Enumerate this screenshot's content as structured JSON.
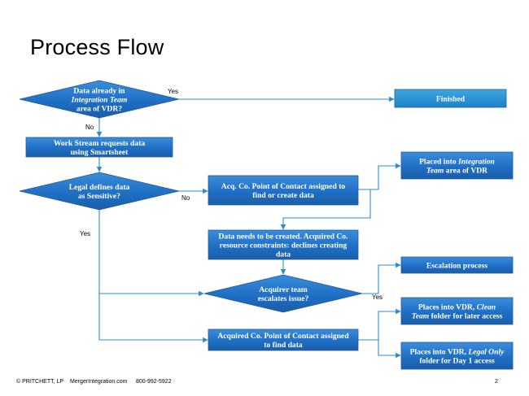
{
  "slide": {
    "title": "Process Flow",
    "page_number": "2",
    "footer": {
      "copyright": "© PRITCHETT, LP",
      "website": "MergerIntegration.com",
      "phone": "800-992-5922"
    }
  },
  "colors": {
    "node_fill": "#1f6fc5",
    "node_stroke": "#2a5c96",
    "connector": "#2e8bd6"
  },
  "nodes": {
    "data_in_vdr": {
      "shape": "decision",
      "lines": [
        [
          "Data already in"
        ],
        [
          {
            "text": "Integration Team",
            "italic": true
          }
        ],
        [
          "area of VDR?"
        ]
      ]
    },
    "finished": {
      "shape": "process",
      "lines": [
        [
          "Finished"
        ]
      ]
    },
    "work_stream": {
      "shape": "process",
      "lines": [
        [
          "Work Stream requests data"
        ],
        [
          "using Smartsheet"
        ]
      ]
    },
    "legal_sensitive": {
      "shape": "decision",
      "lines": [
        [
          "Legal defines data"
        ],
        [
          "as Sensitive?"
        ]
      ]
    },
    "poc_find_create": {
      "shape": "process",
      "lines": [
        [
          "Acq. Co. Point of Contact assigned to"
        ],
        [
          "find or create data"
        ]
      ]
    },
    "placed_integration": {
      "shape": "process",
      "lines": [
        [
          "Placed into ",
          {
            "text": "Integration",
            "italic": true
          }
        ],
        [
          {
            "text": "Team",
            "italic": true
          },
          " area of VDR"
        ]
      ]
    },
    "data_created": {
      "shape": "process",
      "lines": [
        [
          "Data needs to be created. Acquired Co."
        ],
        [
          "resource constraints: declines creating"
        ],
        [
          "data"
        ]
      ]
    },
    "escalates": {
      "shape": "decision",
      "lines": [
        [
          "Acquirer team"
        ],
        [
          "escalates issue?"
        ]
      ]
    },
    "escalation": {
      "shape": "process",
      "lines": [
        [
          "Escalation process"
        ]
      ]
    },
    "clean_team": {
      "shape": "process",
      "lines": [
        [
          "Places into VDR, ",
          {
            "text": "Clean",
            "italic": true
          }
        ],
        [
          {
            "text": "Team",
            "italic": true
          },
          " folder for later access"
        ]
      ]
    },
    "poc_find": {
      "shape": "process",
      "lines": [
        [
          "Acquired Co. Point of Contact assigned"
        ],
        [
          "to find data"
        ]
      ]
    },
    "legal_only": {
      "shape": "process",
      "lines": [
        [
          "Places into VDR, ",
          {
            "text": "Legal Only",
            "italic": true
          }
        ],
        [
          "folder for Day 1 access"
        ]
      ]
    }
  },
  "edges": [
    {
      "from": "data_in_vdr",
      "to": "finished",
      "label": "Yes"
    },
    {
      "from": "data_in_vdr",
      "to": "work_stream",
      "label": "No"
    },
    {
      "from": "work_stream",
      "to": "legal_sensitive",
      "label": ""
    },
    {
      "from": "legal_sensitive",
      "to": "poc_find_create",
      "label": "No"
    },
    {
      "from": "legal_sensitive",
      "to": "escalates",
      "label": "Yes"
    },
    {
      "from": "legal_sensitive",
      "to": "poc_find",
      "label": ""
    },
    {
      "from": "poc_find_create",
      "to": "placed_integration",
      "label": ""
    },
    {
      "from": "poc_find_create",
      "to": "data_created",
      "label": ""
    },
    {
      "from": "data_created",
      "to": "escalates",
      "label": ""
    },
    {
      "from": "escalates",
      "to": "escalation",
      "label": "Yes"
    },
    {
      "from": "poc_find",
      "to": "clean_team",
      "label": ""
    },
    {
      "from": "poc_find",
      "to": "legal_only",
      "label": ""
    }
  ]
}
